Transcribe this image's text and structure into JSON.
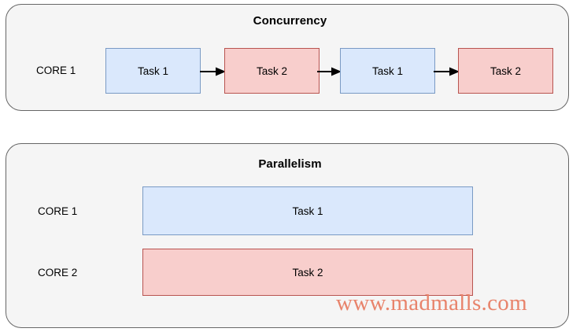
{
  "diagram": {
    "panels": [
      {
        "id": "concurrency",
        "title": "Concurrency",
        "rows": [
          {
            "core_label": "CORE 1",
            "boxes": [
              {
                "label": "Task 1",
                "color": "blue"
              },
              {
                "label": "Task 2",
                "color": "red"
              },
              {
                "label": "Task 1",
                "color": "blue"
              },
              {
                "label": "Task 2",
                "color": "red"
              }
            ],
            "arrows": 3
          }
        ]
      },
      {
        "id": "parallelism",
        "title": "Parallelism",
        "rows": [
          {
            "core_label": "CORE 1",
            "boxes": [
              {
                "label": "Task 1",
                "color": "blue"
              }
            ],
            "arrows": 0
          },
          {
            "core_label": "CORE 2",
            "boxes": [
              {
                "label": "Task 2",
                "color": "red"
              }
            ],
            "arrows": 0
          }
        ]
      }
    ]
  },
  "watermark": {
    "text": "www.madmalls.com"
  },
  "colors": {
    "page_background": "#ffffff",
    "panel_background": "#f5f5f5",
    "panel_border": "#666666",
    "task_blue_fill": "#dae8fc",
    "task_blue_border": "#7a9ac4",
    "task_red_fill": "#f8cecc",
    "task_red_border": "#b85450",
    "arrow": "#000000",
    "text": "#000000",
    "watermark": "#e8836b"
  }
}
